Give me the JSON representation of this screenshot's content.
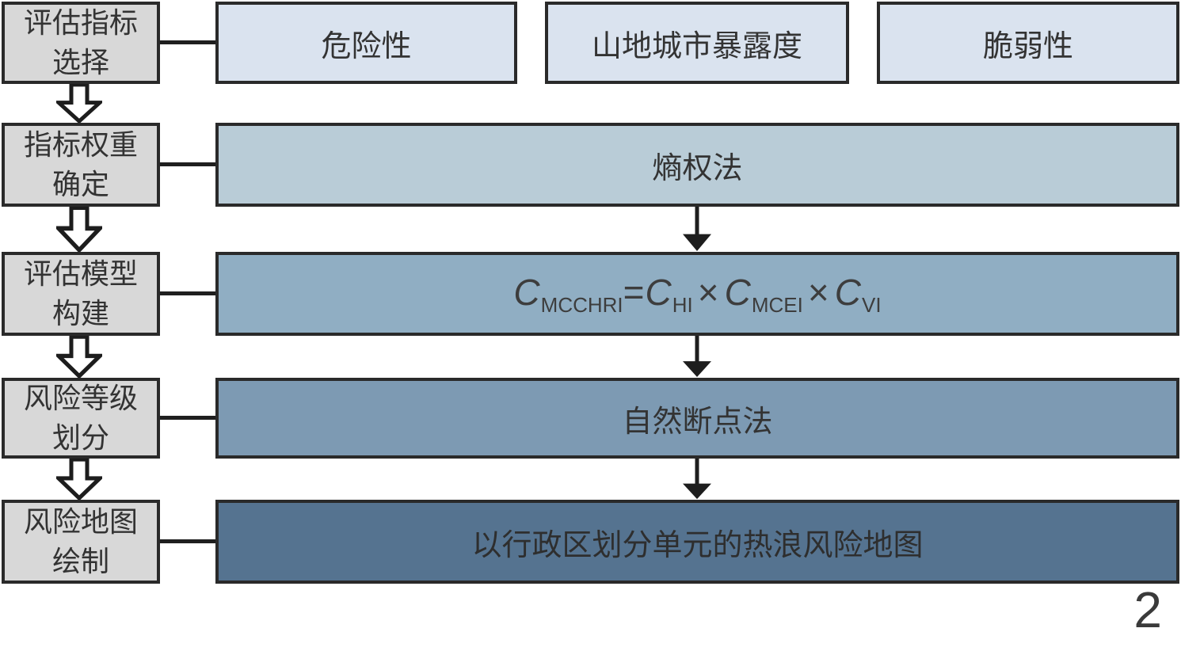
{
  "page": {
    "number": "2"
  },
  "colors": {
    "step_fill": "#d8d8d8",
    "border": "#2a2a2a",
    "connector": "#1f1f1f",
    "row1_fill": "#dae3ef",
    "row2_fill": "#b9ccd7",
    "row3_fill": "#90aec3",
    "row4_fill": "#7d9ab3",
    "row5_fill": "#557390",
    "text": "#333333"
  },
  "flowchart": {
    "left_steps": [
      {
        "line1": "评估指标",
        "line2": "选择"
      },
      {
        "line1": "指标权重",
        "line2": "确定"
      },
      {
        "line1": "评估模型",
        "line2": "构建"
      },
      {
        "line1": "风险等级",
        "line2": "划分"
      },
      {
        "line1": "风险地图",
        "line2": "绘制"
      }
    ],
    "indicator_boxes": [
      "危险性",
      "山地城市暴露度",
      "脆弱性"
    ],
    "method_rows": {
      "entropy": "熵权法",
      "formula_text": "C_MCCHRI=C_HI×C_MCEI×C_VI",
      "formula": {
        "c": "C",
        "sub_mcchri": "MCCHRI",
        "equals": "=",
        "sub_hi": "HI",
        "times": "×",
        "sub_mcei": "MCEI",
        "sub_vi": "VI"
      },
      "natural_breaks": "自然断点法",
      "risk_map": "以行政区划分单元的热浪风险地图"
    }
  }
}
